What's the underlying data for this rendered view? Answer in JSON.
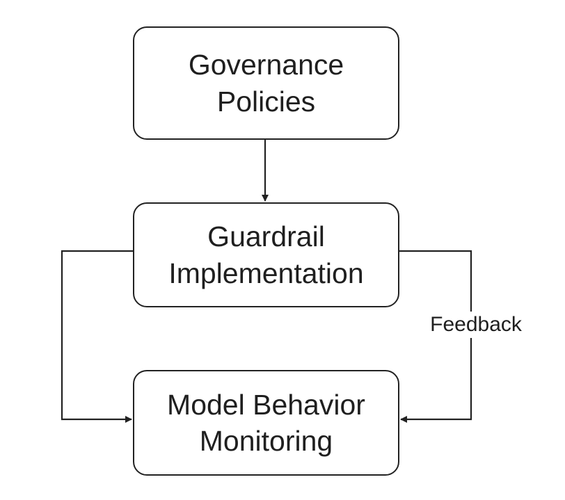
{
  "nodes": {
    "governance": {
      "line1": "Governance",
      "line2": "Policies"
    },
    "guardrail": {
      "line1": "Guardrail",
      "line2": "Implementation"
    },
    "monitoring": {
      "line1": "Model Behavior",
      "line2": "Monitoring"
    }
  },
  "edges": {
    "feedback_label": "Feedback"
  },
  "colors": {
    "stroke": "#222222",
    "text": "#1f1f1f",
    "background": "#ffffff"
  }
}
